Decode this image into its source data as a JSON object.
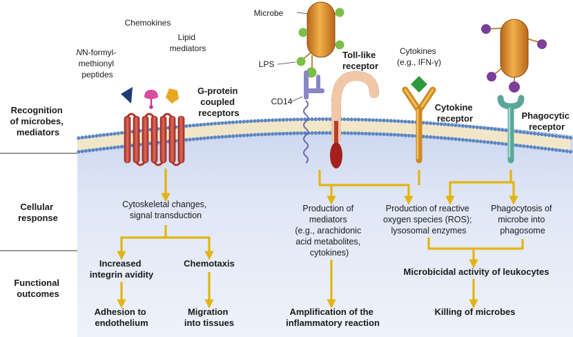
{
  "rows": {
    "recognition": [
      "Recognition",
      "of microbes,",
      "mediators"
    ],
    "cellular": [
      "Cellular",
      "response"
    ],
    "functional": [
      "Functional",
      "outcomes"
    ]
  },
  "ligands": {
    "formyl": [
      "N-formyl-",
      "methionyl",
      "peptides"
    ],
    "chemokines": "Chemokines",
    "lipid": [
      "Lipid",
      "mediators"
    ],
    "microbe": "Microbe",
    "lps": "LPS",
    "cd14": "CD14",
    "cytokines": [
      "Cytokines",
      "(e.g., IFN-γ)"
    ]
  },
  "receptors": {
    "gpcr": [
      "G-protein",
      "coupled",
      "receptors"
    ],
    "tlr": [
      "Toll-like",
      "receptor"
    ],
    "cytokine": [
      "Cytokine",
      "receptor"
    ],
    "phagocytic": [
      "Phagocytic",
      "receptor"
    ]
  },
  "responses": {
    "cytoskeletal": [
      "Cytoskeletal changes,",
      "signal transduction"
    ],
    "mediators": [
      "Production of",
      "mediators",
      "(e.g., arachidonic",
      "acid metabolites,",
      "cytokines)"
    ],
    "ros": [
      "Production of reactive",
      "oxygen species (ROS);",
      "lysosomal enzymes"
    ],
    "phagocytosis": [
      "Phagocytosis of",
      "microbe into",
      "phagosome"
    ]
  },
  "outcomes": {
    "integrin": [
      "Increased",
      "integrin avidity"
    ],
    "chemotaxis": "Chemotaxis",
    "adhesion": [
      "Adhesion to",
      "endothelium"
    ],
    "migration": [
      "Migration",
      "into tissues"
    ],
    "amplification": [
      "Amplification of the",
      "inflammatory reaction"
    ],
    "microbicidal": "Microbicidal activity of leukocytes",
    "killing": "Killing of microbes"
  },
  "colors": {
    "cell_fill": "#d9e1f3",
    "membrane_bead": "#5b86c4",
    "arrow": "#e3b40f",
    "microbe": "#d9902a",
    "gpcr": "#c9463a",
    "cd14": "#8a86c6",
    "tlr": "#d9694e",
    "cytokine_receptor": "#e0a030",
    "phagocytic_receptor": "#7cc6b6",
    "lps_ball": "#7bbf48",
    "purple_ball": "#7b3f98"
  }
}
